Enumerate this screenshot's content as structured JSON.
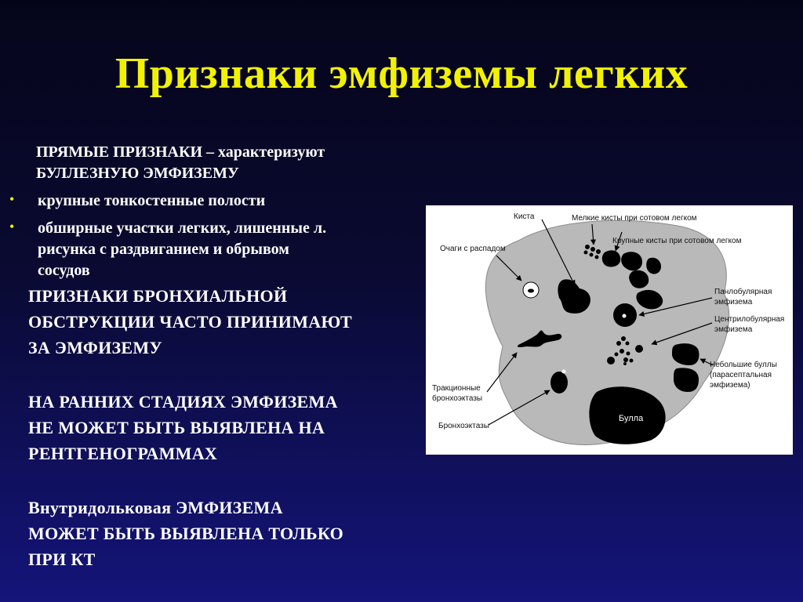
{
  "title": "Признаки эмфиземы легких",
  "direct_signs": {
    "heading_line1": "ПРЯМЫЕ ПРИЗНАКИ – характеризуют",
    "heading_line2": "БУЛЛЕЗНУЮ  ЭМФИЗЕМУ",
    "bullets": [
      {
        "lines": [
          "крупные тонкостенные полости"
        ]
      },
      {
        "lines": [
          "обширные участки легких, лишенные л.",
          "рисунка с раздвиганием и обрывом",
          "сосудов"
        ]
      }
    ]
  },
  "paragraphs": [
    {
      "lines": [
        "ПРИЗНАКИ БРОНХИАЛЬНОЙ",
        "ОБСТРУКЦИИ ЧАСТО  ПРИНИМАЮТ",
        "ЗА ЭМФИЗЕМУ"
      ]
    },
    {
      "lines": [
        "НА РАННИХ СТАДИЯХ ЭМФИЗЕМА",
        "НЕ МОЖЕТ БЫТЬ ВЫЯВЛЕНА НА",
        "РЕНТГЕНОГРАММАХ"
      ]
    },
    {
      "lines": [
        "Внутридольковая  ЭМФИЗЕМА",
        "МОЖЕТ БЫТЬ ВЫЯВЛЕНА ТОЛЬКО",
        "ПРИ  КТ"
      ]
    }
  ],
  "diagram": {
    "labels": {
      "cyst": "Киста",
      "small_cysts": "Мелкие кисты при сотовом легком",
      "large_cysts": "Крупные кисты при сотовом легком",
      "foci": "Очаги с распадом",
      "panlobular_1": "Панлобулярная",
      "panlobular_2": "эмфизема",
      "centrilobular_1": "Центрилобулярная",
      "centrilobular_2": "эмфизема",
      "small_bullae_1": "Небольшие буллы",
      "small_bullae_2": "(парасептальная",
      "small_bullae_3": "эмфизема)",
      "traction_1": "Тракционные",
      "traction_2": "бронхоэктазы",
      "bronchiectasis": "Бронхоэктазы",
      "bulla": "Булла"
    },
    "colors": {
      "lung": "#b9b9b9",
      "lesion": "#000000",
      "label": "#111111"
    }
  }
}
